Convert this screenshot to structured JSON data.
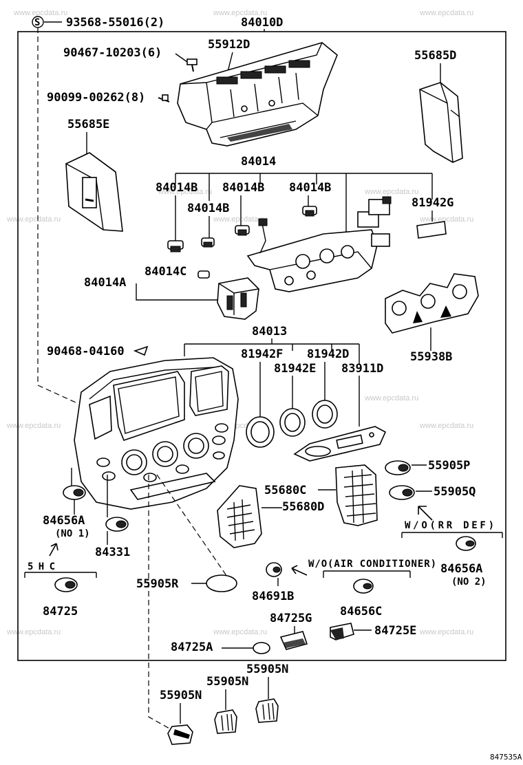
{
  "watermark": "www.epcdata.ru",
  "image_code": "847535A",
  "callouts": {
    "c93568": "93568-55016(2)",
    "c84010D": "84010D",
    "c90467": "90467-10203(6)",
    "c55912D": "55912D",
    "c90099": "90099-00262(8)",
    "c55685D": "55685D",
    "c55685E": "55685E",
    "c84014": "84014",
    "c84014B_1": "84014B",
    "c84014B_2": "84014B",
    "c84014B_3": "84014B",
    "c84014B_4": "84014B",
    "c81942G": "81942G",
    "c84014C": "84014C",
    "c84014A": "84014A",
    "c84013": "84013",
    "c90468": "90468-04160",
    "c81942F": "81942F",
    "c81942D": "81942D",
    "c81942E": "81942E",
    "c83911D": "83911D",
    "c55938B": "55938B",
    "c55905P": "55905P",
    "c55680C": "55680C",
    "c55905Q": "55905Q",
    "c55680D": "55680D",
    "c84656A_1": "84656A",
    "c84656A_1_sub": "(NO 1)",
    "c84331": "84331",
    "c5HC": "5HC",
    "c55905R": "55905R",
    "c84691B": "84691B",
    "c84725": "84725",
    "c84725G": "84725G",
    "c84656C": "84656C",
    "c84725E": "84725E",
    "c84725A": "84725A",
    "c84656A_2": "84656A",
    "c84656A_2_sub": "(NO 2)",
    "c55905N_1": "55905N",
    "c55905N_2": "55905N",
    "c55905N_3": "55905N",
    "wo_rrdef": "W/O(RR DEF)",
    "wo_ac": "W/O(AIR CONDITIONER)",
    "s_symbol": "S"
  }
}
